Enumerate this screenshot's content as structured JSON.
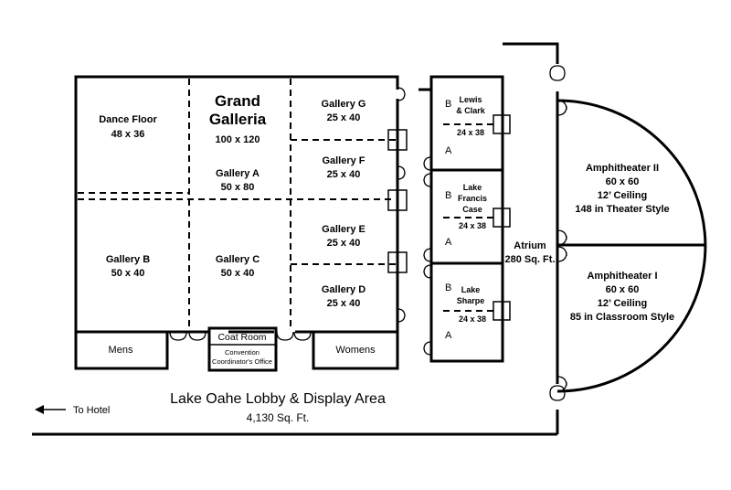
{
  "rooms": {
    "dance_floor": {
      "name": "Dance Floor",
      "size": "48 x 36"
    },
    "grand_galleria": {
      "name_line1": "Grand",
      "name_line2": "Galleria",
      "size": "100 x 120"
    },
    "gallery_a": {
      "name": "Gallery A",
      "size": "50 x 80"
    },
    "gallery_b": {
      "name": "Gallery B",
      "size": "50 x 40"
    },
    "gallery_c": {
      "name": "Gallery C",
      "size": "50 x 40"
    },
    "gallery_d": {
      "name": "Gallery D",
      "size": "25 x 40"
    },
    "gallery_e": {
      "name": "Gallery E",
      "size": "25 x 40"
    },
    "gallery_f": {
      "name": "Gallery F",
      "size": "25 x 40"
    },
    "gallery_g": {
      "name": "Gallery G",
      "size": "25 x 40"
    },
    "mens": {
      "name": "Mens"
    },
    "womens": {
      "name": "Womens"
    },
    "coat_room": {
      "name": "Coat Room"
    },
    "convention_office": {
      "line1": "Convention",
      "line2": "Coordinator's Office"
    },
    "lewis_clark": {
      "line1": "Lewis",
      "line2": "& Clark",
      "size": "24 x 38"
    },
    "lake_francis_case": {
      "line1": "Lake",
      "line2": "Francis",
      "line3": "Case",
      "size": "24 x 38"
    },
    "lake_sharpe": {
      "line1": "Lake",
      "line2": "Sharpe",
      "size": "24 x 38"
    },
    "section_a": "A",
    "section_b": "B",
    "atrium": {
      "name": "Atrium",
      "size": "280 Sq. Ft."
    },
    "amphitheater_2": {
      "name": "Amphitheater II",
      "size": "60 x 60",
      "ceiling": "12’ Ceiling",
      "capacity": "148 in Theater Style"
    },
    "amphitheater_1": {
      "name": "Amphitheater I",
      "size": "60 x 60",
      "ceiling": "12’ Ceiling",
      "capacity": "85 in Classroom Style"
    }
  },
  "lobby": {
    "name": "Lake Oahe Lobby & Display Area",
    "size": "4,130 Sq. Ft."
  },
  "to_hotel": "To Hotel"
}
